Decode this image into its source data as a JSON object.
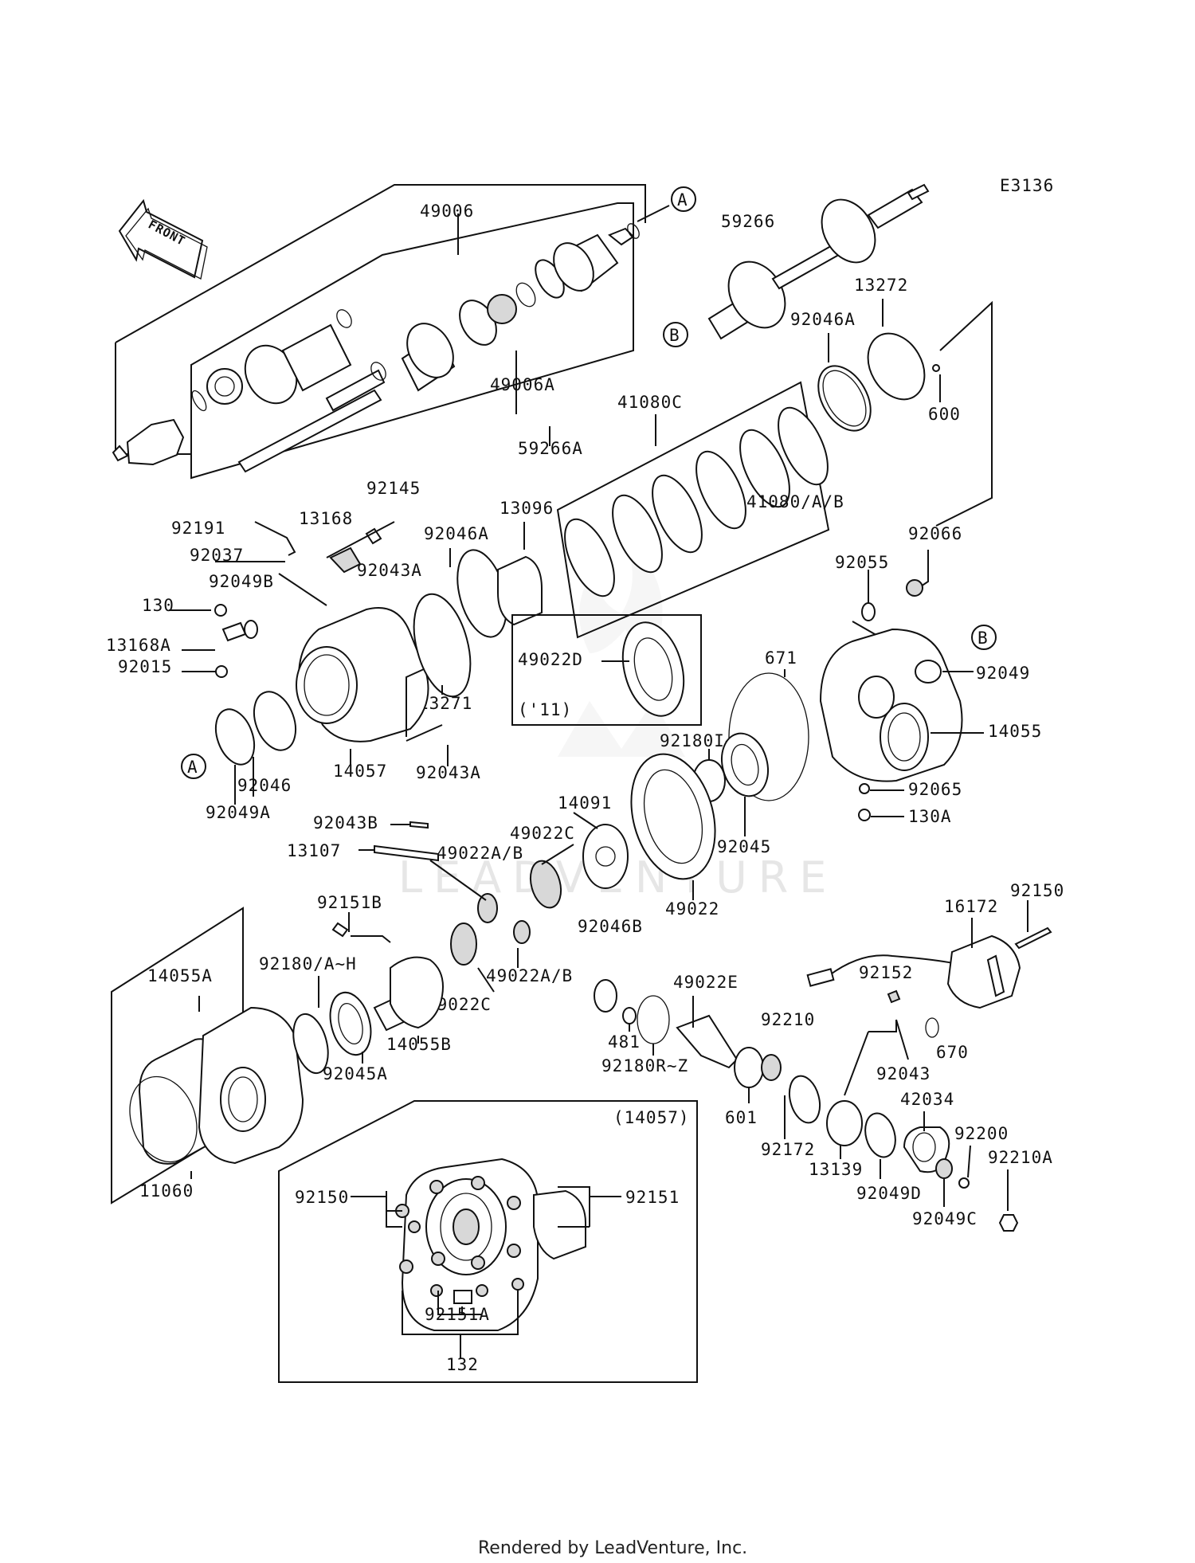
{
  "diagram_code": "E3136",
  "direction_label": "FRONT",
  "footer": "Rendered by LeadVenture, Inc.",
  "watermark": "LEADVENTURE",
  "year_note": "('11)",
  "inset_title": "(14057)",
  "connectors": [
    "A",
    "A",
    "B",
    "B"
  ],
  "parts": [
    "49006",
    "49006A",
    "59266",
    "59266A",
    "13272",
    "92046A",
    "600",
    "41080C",
    "41080/A/B",
    "92145",
    "13168",
    "92191",
    "92037",
    "92043A",
    "92049B",
    "130",
    "13168A",
    "92015",
    "13096",
    "92046A",
    "13271",
    "14057",
    "92043A",
    "92046",
    "92049A",
    "49022D",
    "92066",
    "92055",
    "92049",
    "671",
    "14055",
    "92065",
    "130A",
    "92180I~Q",
    "92045",
    "14091",
    "49022C",
    "49022",
    "92043B",
    "13107",
    "49022A/B",
    "92151B",
    "14055A",
    "92180/A~H",
    "49022C",
    "49022A/B",
    "92046B",
    "49022E",
    "481",
    "92180R~Z",
    "92210",
    "601",
    "92172",
    "13139",
    "92045A",
    "14055B",
    "11060",
    "16172",
    "92150",
    "92152",
    "670",
    "92043",
    "42034",
    "92200",
    "92210A",
    "92049D",
    "92049C",
    "92150",
    "92151",
    "92151A",
    "132"
  ]
}
